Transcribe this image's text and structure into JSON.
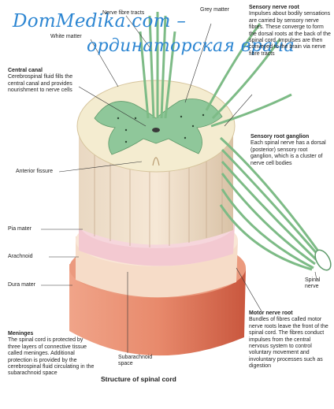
{
  "watermark": {
    "line1": "DomMedika.com –",
    "line2": "ординаторская врача"
  },
  "caption": "Structure of spinal cord",
  "labels": {
    "nerve_fibre_tracts": "Nerve fibre tracts",
    "grey_matter": "Grey matter",
    "white_matter": "White matter",
    "central_canal": {
      "title": "Central canal",
      "text": "Cerebrospinal fluid fills the central canal and provides nourishment to nerve cells"
    },
    "anterior_fissure": "Anterior fissure",
    "pia_mater": "Pia mater",
    "arachnoid": "Arachnoid",
    "dura_mater": "Dura mater",
    "subarachnoid_space": "Subarachnoid space",
    "spinal_nerve": "Spinal nerve",
    "sensory_nerve_root": {
      "title": "Sensory nerve root",
      "text": "Impulses about bodily sensations are carried by sensory nerve fibres. These converge to form the dorsal roots at the back of the spinal cord. Impulses are then conveyed to the brain via nerve fibre tracts"
    },
    "sensory_root_ganglion": {
      "title": "Sensory root ganglion",
      "text": "Each spinal nerve has a dorsal (posterior) sensory root ganglion, which is a cluster of nerve cell bodies"
    },
    "motor_nerve_root": {
      "title": "Motor nerve root",
      "text": "Bundles of fibres called motor nerve roots leave the front of the spinal cord. The fibres conduct impulses from the central nervous system to control voluntary movement and involuntary processes such as digestion"
    },
    "meninges": {
      "title": "Meninges",
      "text": "The spinal cord is protected by three layers of connective tissue called meninges. Additional protection is provided by the cerebrospinal fluid circulating in the subarachnoid space"
    }
  },
  "colors": {
    "grey_matter": "#8fc79a",
    "white_matter": "#f4ecd0",
    "nerve_fibres": "#7dbb86",
    "pia_mater": "#f3c9d1",
    "arachnoid": "#f6dcc8",
    "dura_mater": "#e27a5c",
    "watermark": "#2d86d2"
  }
}
